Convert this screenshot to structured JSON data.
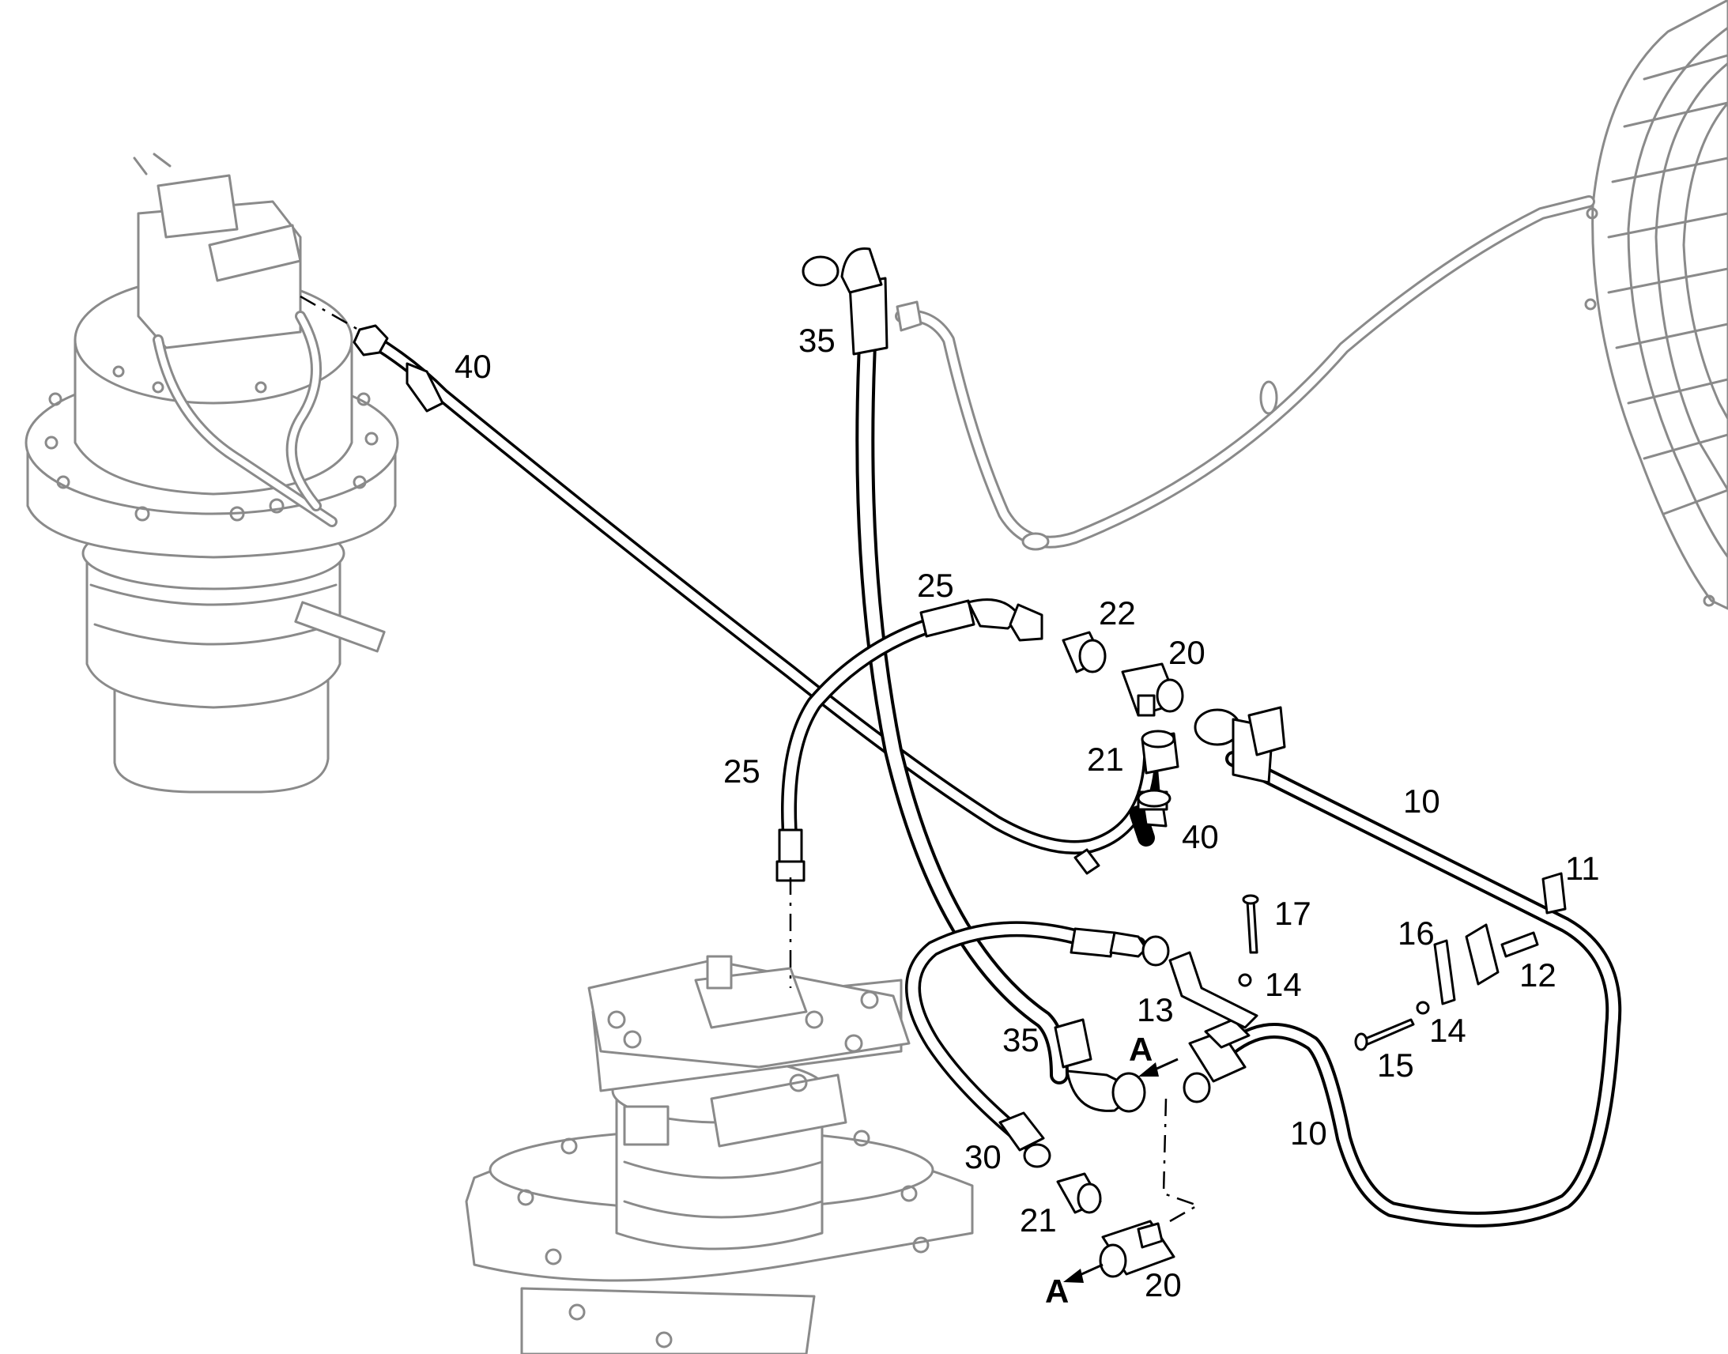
{
  "callouts": {
    "c40_top": "40",
    "c35_top": "35",
    "c25_upper": "25",
    "c22": "22",
    "c20_upper": "20",
    "c25_left": "25",
    "c21_upper": "21",
    "c10_upper": "10",
    "c40_lower": "40",
    "c11": "11",
    "c17": "17",
    "c16": "16",
    "c12": "12",
    "c14_center": "14",
    "c13": "13",
    "c14_right": "14",
    "c35_lower": "35",
    "c15": "15",
    "c10_lower": "10",
    "c30": "30",
    "c21_lower": "21",
    "c20_lower": "20"
  },
  "view_arrows": {
    "a_upper": "A",
    "a_lower": "A"
  },
  "colors": {
    "line": "#000000",
    "context_component": "#8a8a8a",
    "background": "#ffffff"
  }
}
